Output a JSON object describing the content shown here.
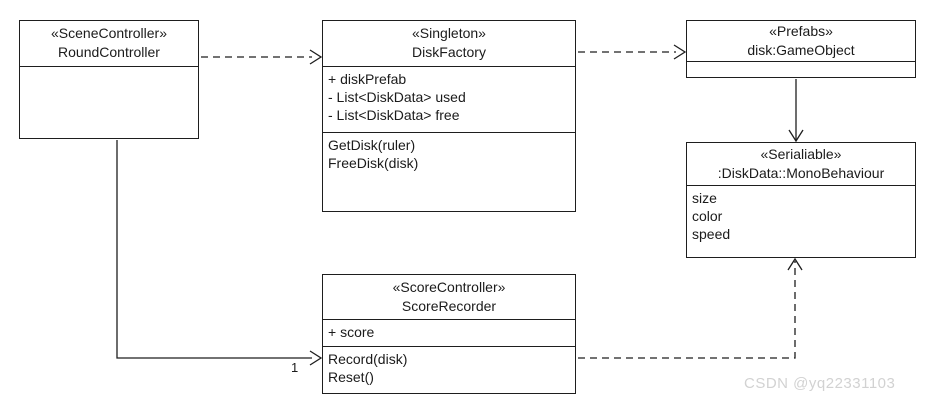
{
  "diagram": {
    "kind": "uml-class-diagram",
    "background_color": "#ffffff",
    "line_color": "#1e1e1e",
    "watermark": {
      "text": "CSDN @yq22331103",
      "color": "#d2d2d2"
    }
  },
  "classes": {
    "round_controller": {
      "stereotype": "«SceneController»",
      "name": "RoundController"
    },
    "disk_factory": {
      "stereotype": "«Singleton»",
      "name": "DiskFactory",
      "attributes": [
        "+ diskPrefab",
        "- List<DiskData> used",
        "- List<DiskData> free"
      ],
      "methods": [
        "GetDisk(ruler)",
        "FreeDisk(disk)"
      ]
    },
    "prefabs": {
      "stereotype": "«Prefabs»",
      "name": "disk:GameObject"
    },
    "serialiable": {
      "stereotype": "«Serialiable»",
      "name": ":DiskData::MonoBehaviour",
      "attributes": [
        "size",
        "color",
        "speed"
      ]
    },
    "score_recorder": {
      "stereotype": "«ScoreController»",
      "name": "ScoreRecorder",
      "attributes": [
        "+ score"
      ],
      "methods": [
        "Record(disk)",
        "Reset()"
      ]
    }
  },
  "relations": {
    "round_to_score_multiplicity": "1"
  }
}
